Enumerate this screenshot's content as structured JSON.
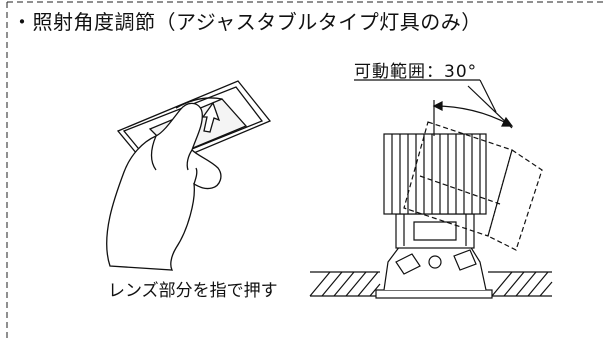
{
  "title": "・照射角度調節（アジャスタブルタイプ灯具のみ）",
  "left_figure": {
    "caption": "レンズ部分を指で押す"
  },
  "right_figure": {
    "range_label": "可動範囲：30°"
  }
}
